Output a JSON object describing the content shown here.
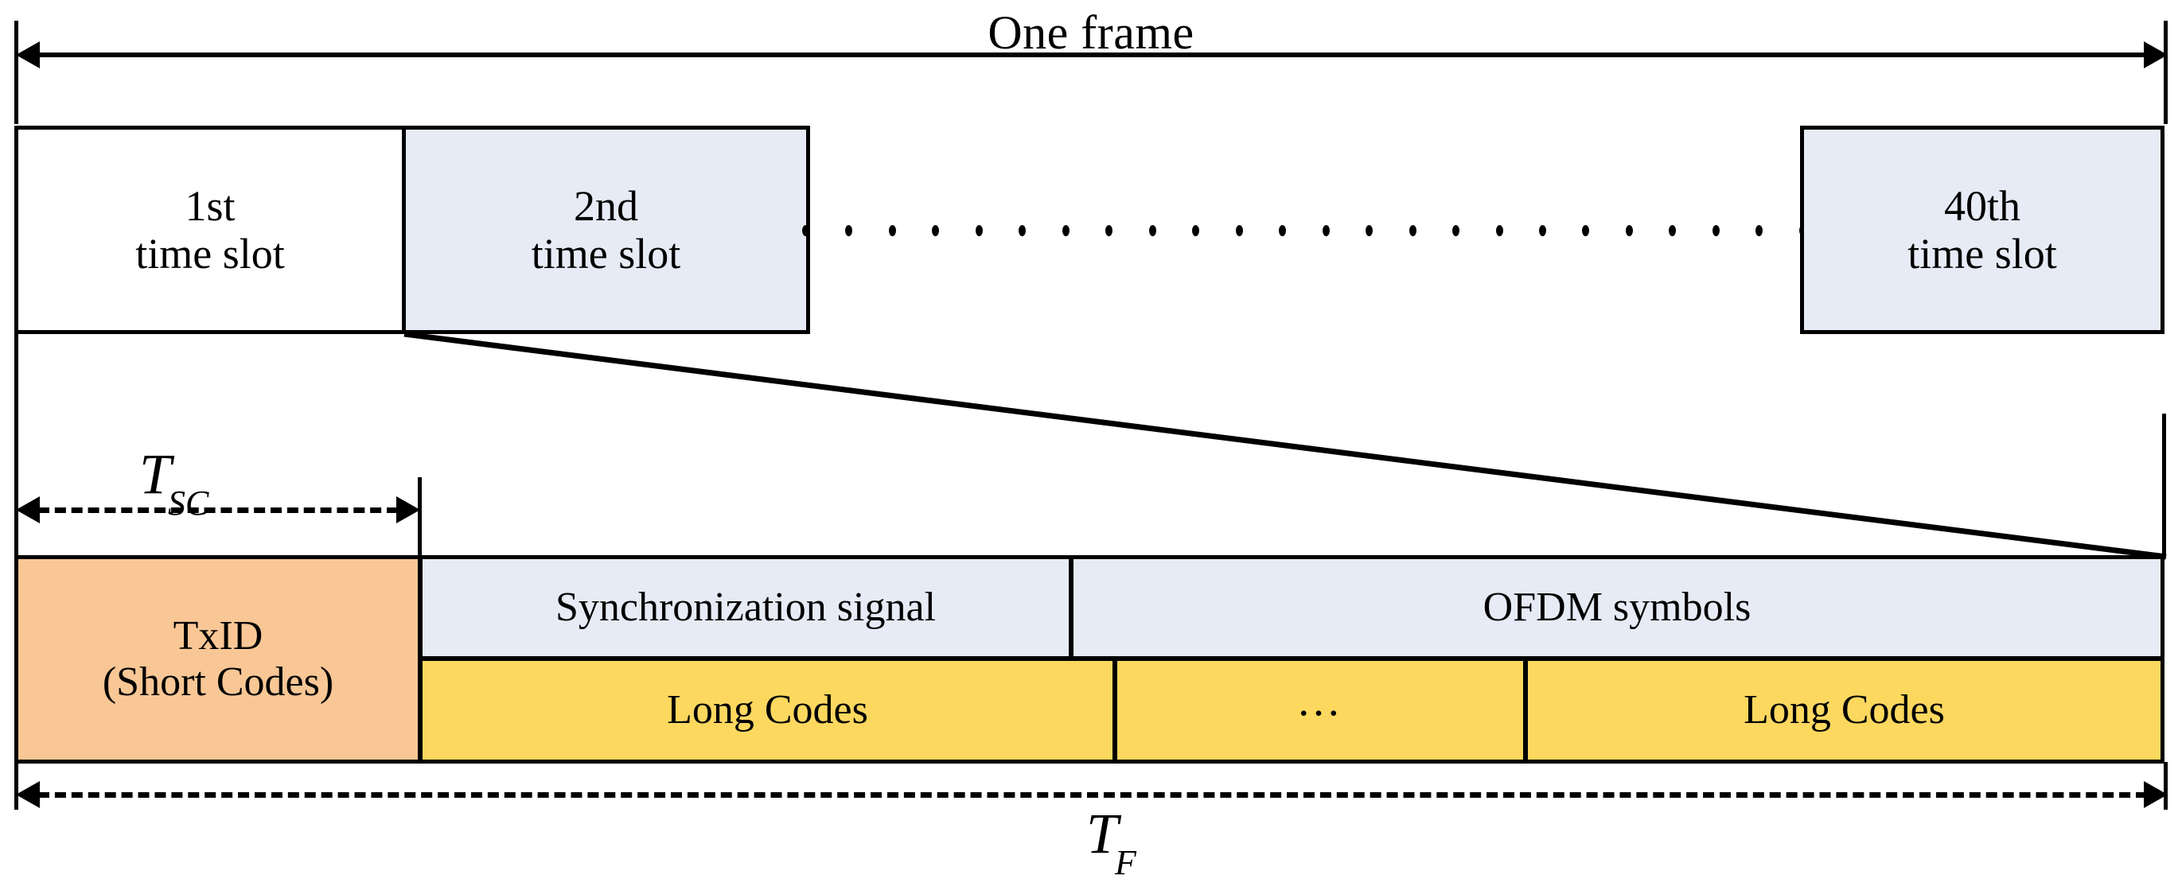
{
  "diagram": {
    "title": "One frame",
    "frame_arrow_label": "One frame",
    "slots": [
      {
        "index": "1st",
        "line1": "1st",
        "line2": "time slot",
        "fill": "#ffffff"
      },
      {
        "index": "2nd",
        "line1": "2nd",
        "line2": "time slot",
        "fill": "#e6ebf5"
      },
      {
        "index": "40th",
        "line1": "40th",
        "line2": "time slot",
        "fill": "#e6ebf5"
      }
    ],
    "slot_ellipsis_dot_count": 24,
    "timing_labels": {
      "slot_duration": {
        "symbol": "T",
        "subscript": "SC"
      },
      "frame_duration": {
        "symbol": "T",
        "subscript": "F"
      }
    },
    "detail": {
      "txid": {
        "line1": "TxID",
        "line2": "(Short Codes)",
        "fill": "#f9c795"
      },
      "upper_row": [
        {
          "label": "Synchronization signal",
          "fill": "#e6ebf5"
        },
        {
          "label": "OFDM symbols",
          "fill": "#e6ebf5"
        }
      ],
      "lower_row": [
        {
          "label": "Long Codes",
          "fill": "#fdd85f"
        },
        {
          "label": "…",
          "fill": "#fdd85f"
        },
        {
          "label": "Long Codes",
          "fill": "#fdd85f"
        }
      ]
    },
    "colors": {
      "stroke": "#000000",
      "slot_highlight": "#e6ebf5",
      "txid": "#f9c795",
      "long_codes": "#fdd85f",
      "background": "#ffffff"
    }
  }
}
